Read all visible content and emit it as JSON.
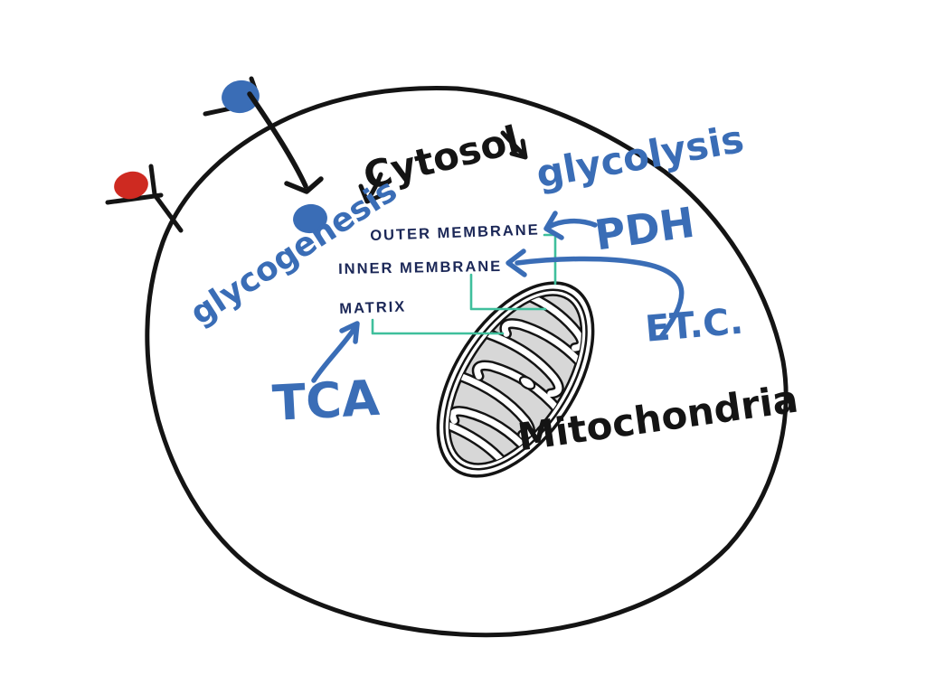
{
  "colors": {
    "bg": "#ffffff",
    "ink": "#141414",
    "blue": "#3a6db6",
    "red": "#ce2a21",
    "teal": "#3fbf9c",
    "navy": "#1b2757",
    "mito_gray": "#d7d7d7"
  },
  "labels": {
    "cytosol": "Cytosol",
    "glycolysis": "glycolysis",
    "glycogenesis": "glycogenesis",
    "outer_membrane": "OUTER MEMBRANE",
    "inner_membrane": "INNER MEMBRANE",
    "matrix": "MATRIX",
    "pdh": "PDH",
    "etc": "ET.C.",
    "tca": "TCA",
    "mitochondria": "Mitochondria"
  }
}
